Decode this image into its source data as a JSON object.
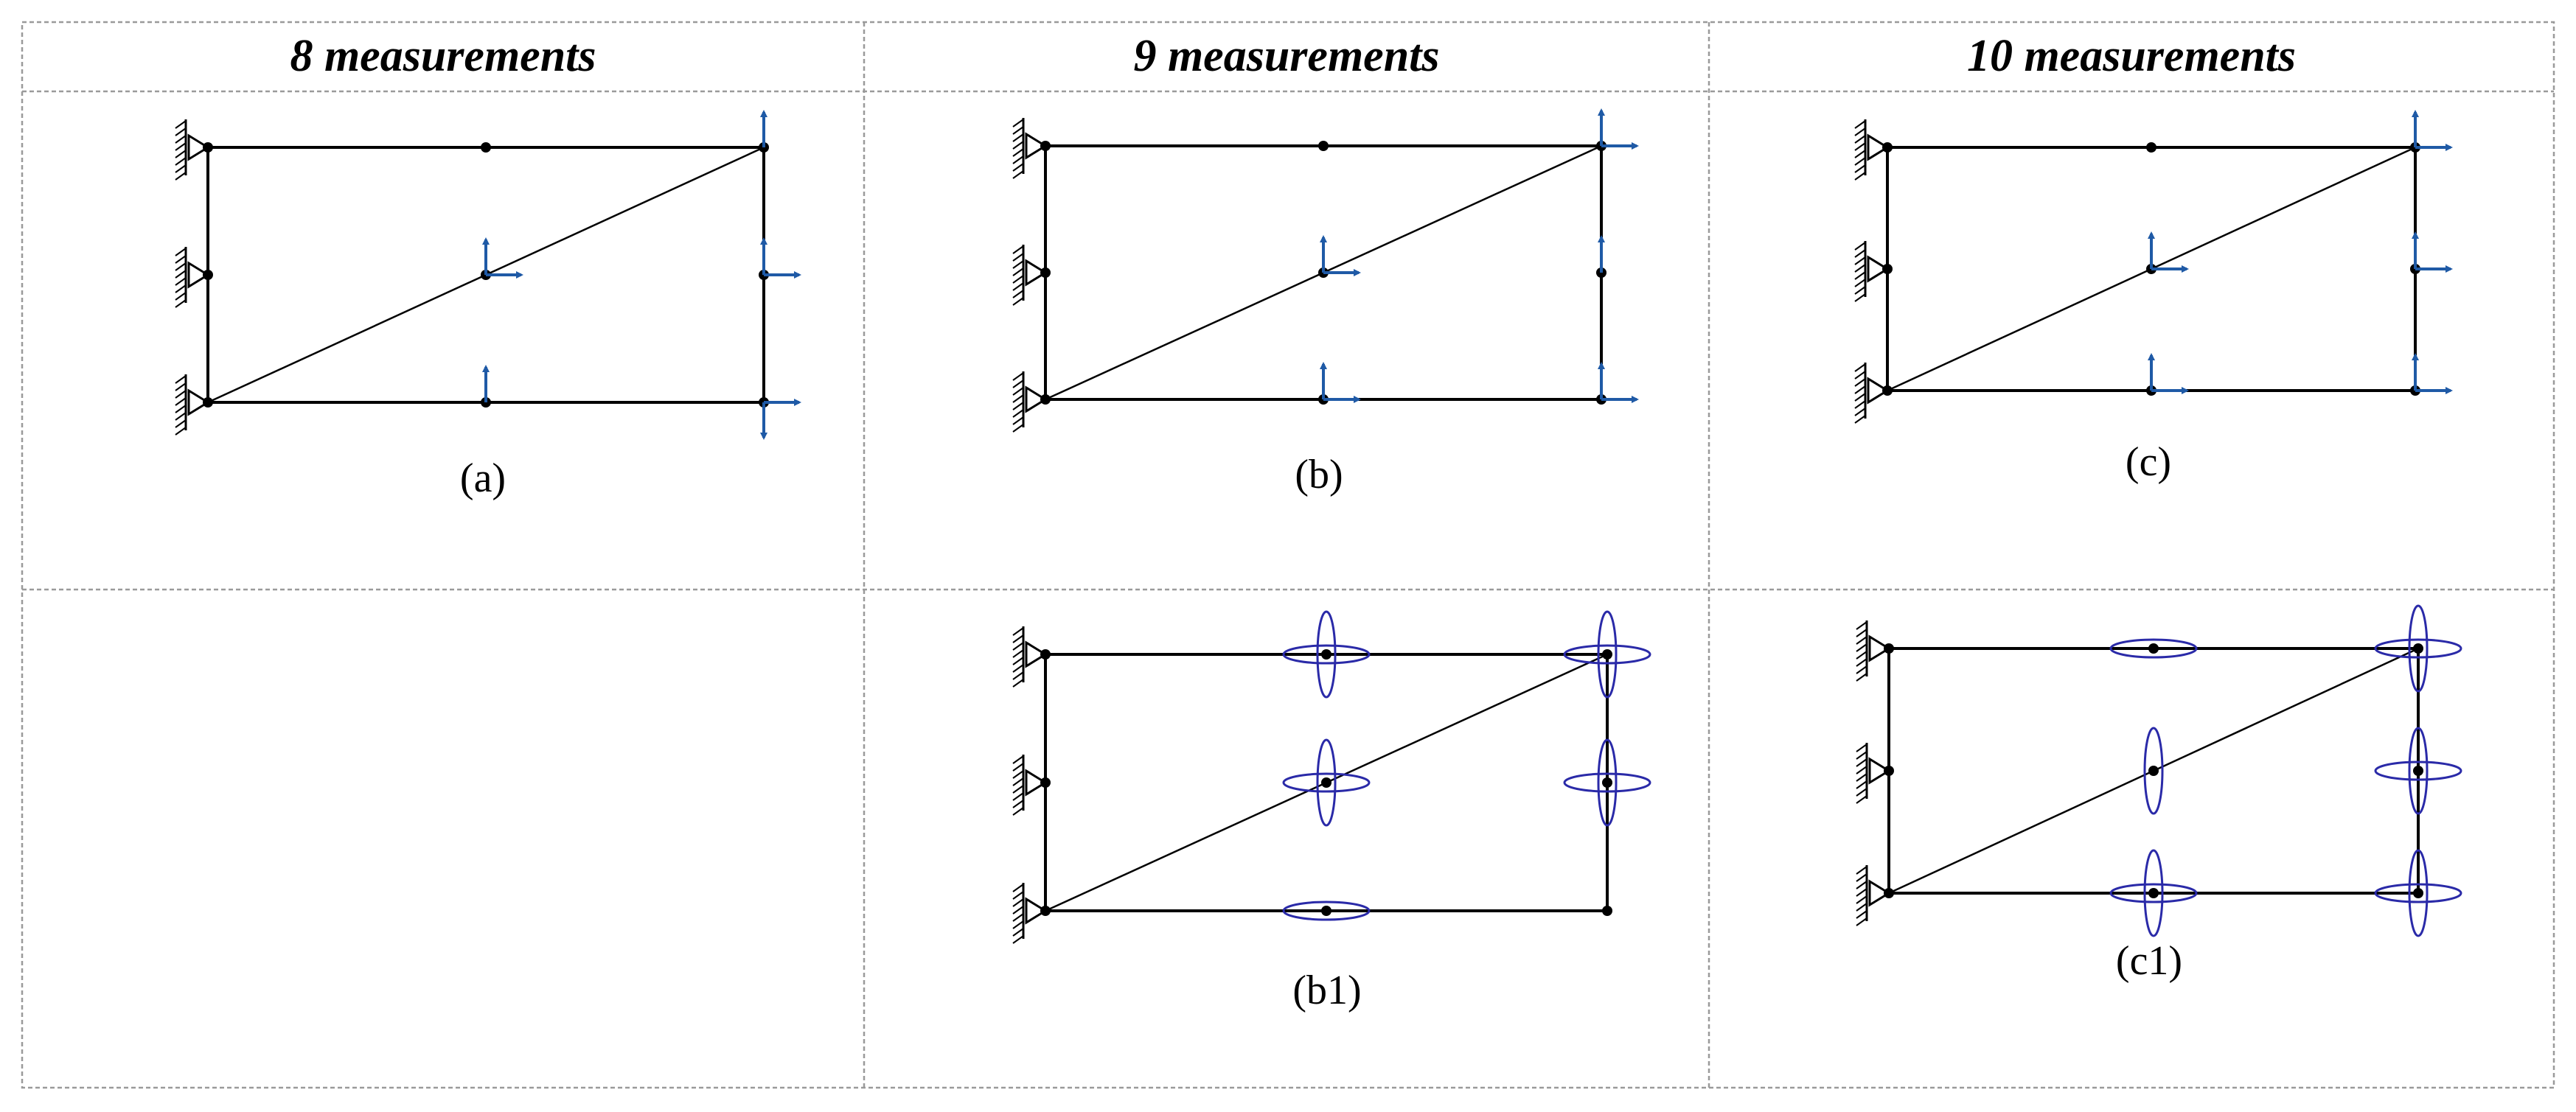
{
  "table": {
    "headers": [
      "8 measurements",
      "9 measurements",
      "10 measurements"
    ]
  },
  "panels": [
    {
      "label": "(a)",
      "nodes": [
        [
          "L",
          "TL"
        ],
        [
          "TM",
          "TM"
        ],
        [
          "TR",
          "TR"
        ],
        [
          "L",
          "ML"
        ],
        [
          "C",
          "C"
        ],
        [
          "R",
          "MR"
        ],
        [
          "L",
          "BL"
        ],
        [
          "BM",
          "BM"
        ],
        [
          "BR",
          "BR"
        ]
      ],
      "arrows": [
        {
          "node": "TR",
          "dir": "up"
        },
        {
          "node": "C",
          "dir": "up"
        },
        {
          "node": "C",
          "dir": "right"
        },
        {
          "node": "MR",
          "dir": "up"
        },
        {
          "node": "MR",
          "dir": "right"
        },
        {
          "node": "BM",
          "dir": "up"
        },
        {
          "node": "BR",
          "dir": "down"
        },
        {
          "node": "BR",
          "dir": "right"
        }
      ]
    },
    {
      "label": "(b)",
      "arrows": [
        {
          "node": "TR",
          "dir": "up"
        },
        {
          "node": "TR",
          "dir": "right"
        },
        {
          "node": "C",
          "dir": "up"
        },
        {
          "node": "C",
          "dir": "right"
        },
        {
          "node": "MR",
          "dir": "up"
        },
        {
          "node": "BM",
          "dir": "up"
        },
        {
          "node": "BM",
          "dir": "right"
        },
        {
          "node": "BR",
          "dir": "up"
        },
        {
          "node": "BR",
          "dir": "right"
        }
      ]
    },
    {
      "label": "(c)",
      "arrows": [
        {
          "node": "TR",
          "dir": "up"
        },
        {
          "node": "TR",
          "dir": "right"
        },
        {
          "node": "C",
          "dir": "up"
        },
        {
          "node": "C",
          "dir": "right"
        },
        {
          "node": "MR",
          "dir": "up"
        },
        {
          "node": "MR",
          "dir": "right"
        },
        {
          "node": "BM",
          "dir": "up"
        },
        {
          "node": "BM",
          "dir": "right"
        },
        {
          "node": "BR",
          "dir": "up"
        },
        {
          "node": "BR",
          "dir": "right"
        }
      ]
    },
    {
      "label": "(b1)",
      "ellipses": [
        {
          "node": "TM",
          "dir": "v"
        },
        {
          "node": "TM",
          "dir": "h"
        },
        {
          "node": "TR",
          "dir": "v"
        },
        {
          "node": "TR",
          "dir": "h"
        },
        {
          "node": "C",
          "dir": "v"
        },
        {
          "node": "C",
          "dir": "h"
        },
        {
          "node": "MR",
          "dir": "v"
        },
        {
          "node": "MR",
          "dir": "h"
        },
        {
          "node": "BM",
          "dir": "h"
        }
      ]
    },
    {
      "label": "(c1)",
      "ellipses": [
        {
          "node": "TM",
          "dir": "h"
        },
        {
          "node": "TR",
          "dir": "v"
        },
        {
          "node": "TR",
          "dir": "h"
        },
        {
          "node": "C",
          "dir": "v"
        },
        {
          "node": "MR",
          "dir": "v"
        },
        {
          "node": "MR",
          "dir": "h"
        },
        {
          "node": "BM",
          "dir": "v"
        },
        {
          "node": "BM",
          "dir": "h"
        },
        {
          "node": "BR",
          "dir": "v"
        },
        {
          "node": "BR",
          "dir": "h"
        }
      ]
    }
  ],
  "colors": {
    "frame": "#000000",
    "arrow": "#1f5aa6",
    "ellipse": "#2a2aa8",
    "grid_line": "#9a9a9a"
  }
}
